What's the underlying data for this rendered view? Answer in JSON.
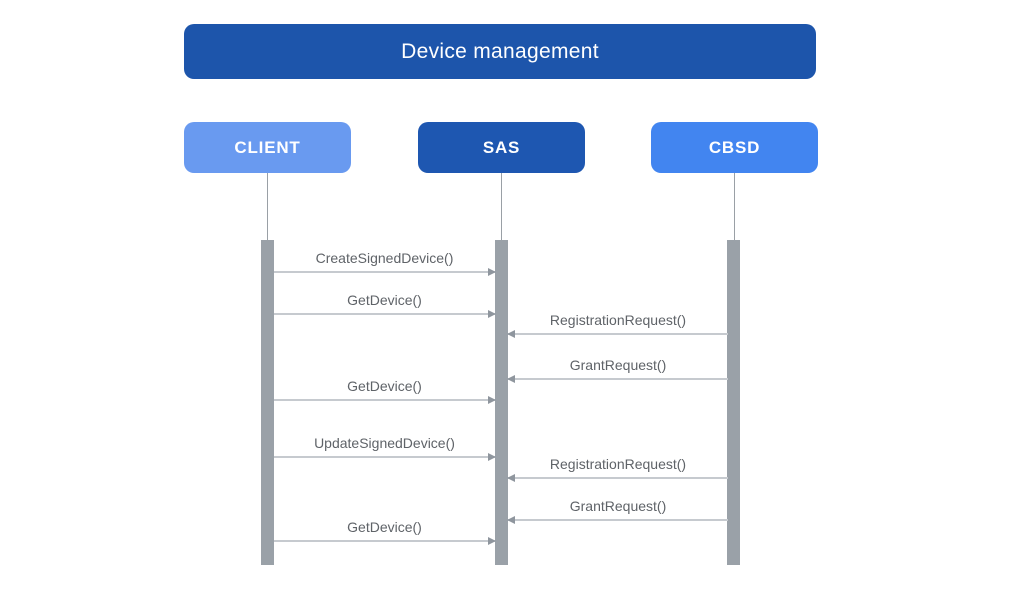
{
  "diagram": {
    "title": "Device management",
    "type": "sequence-diagram"
  },
  "colors": {
    "title_bg": "#1d55ab",
    "client_bg": "#699af0",
    "sas_bg": "#1e57b1",
    "cbsd_bg": "#4285f0",
    "activation_bar": "#9aa1a8",
    "arrow_line": "#c6cacf",
    "arrow_head": "#8f969e",
    "message_text": "#5f6368",
    "actor_text": "#ffffff"
  },
  "actors": [
    {
      "label": "CLIENT"
    },
    {
      "label": "SAS"
    },
    {
      "label": "CBSD"
    }
  ],
  "messages": [
    {
      "label": "CreateSignedDevice()",
      "from": "CLIENT",
      "to": "SAS"
    },
    {
      "label": "GetDevice()",
      "from": "CLIENT",
      "to": "SAS"
    },
    {
      "label": "RegistrationRequest()",
      "from": "CBSD",
      "to": "SAS"
    },
    {
      "label": "GrantRequest()",
      "from": "CBSD",
      "to": "SAS"
    },
    {
      "label": "GetDevice()",
      "from": "CLIENT",
      "to": "SAS"
    },
    {
      "label": "UpdateSignedDevice()",
      "from": "CLIENT",
      "to": "SAS"
    },
    {
      "label": "RegistrationRequest()",
      "from": "CBSD",
      "to": "SAS"
    },
    {
      "label": "GrantRequest()",
      "from": "CBSD",
      "to": "SAS"
    },
    {
      "label": "GetDevice()",
      "from": "CLIENT",
      "to": "SAS"
    }
  ]
}
